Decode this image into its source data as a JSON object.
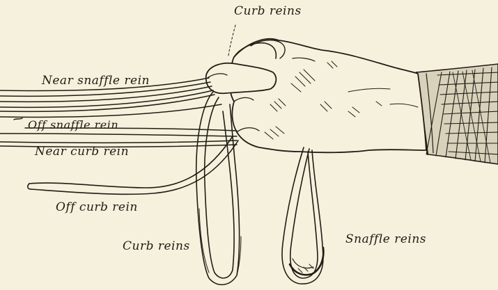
{
  "labels": {
    "curb_reins_top": "Curb reins",
    "near_snaffle_rein": "Near snaffle rein",
    "off_snaffle_rein": "Off snaffle rein",
    "near_curb_rein": "Near curb rein",
    "off_curb_rein": "Off curb rein",
    "curb_reins_bottom": "Curb reins",
    "snaffle_reins": "Snaffle reins"
  },
  "colors": {
    "ink": "#1e1c16",
    "paper": "#f6f1dc"
  }
}
